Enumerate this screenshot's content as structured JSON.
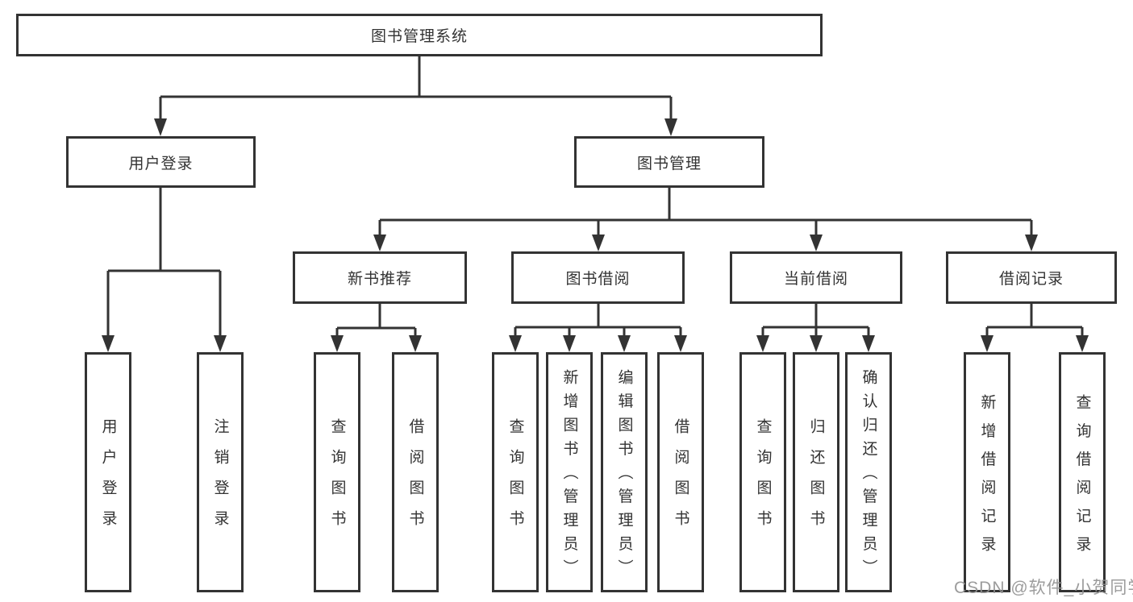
{
  "tree": {
    "root": "图书管理系统",
    "branches": [
      {
        "label": "用户登录",
        "children": [
          "用户登录",
          "注销登录"
        ]
      },
      {
        "label": "图书管理",
        "sections": [
          {
            "label": "新书推荐",
            "children": [
              "查询图书",
              "借阅图书"
            ]
          },
          {
            "label": "图书借阅",
            "children": [
              "查询图书",
              "新增图书（管理员）",
              "编辑图书（管理员）",
              "借阅图书"
            ]
          },
          {
            "label": "当前借阅",
            "children": [
              "查询图书",
              "归还图书",
              "确认归还（管理员）"
            ]
          },
          {
            "label": "借阅记录",
            "children": [
              "新增借阅记录",
              "查询借阅记录"
            ]
          }
        ]
      }
    ]
  },
  "watermark": "CSDN @软件_小贺同学",
  "colors": {
    "line": "#333333",
    "text": "#333333",
    "box_background": "#ffffff",
    "watermark": "#919191",
    "background": "#ffffff"
  }
}
